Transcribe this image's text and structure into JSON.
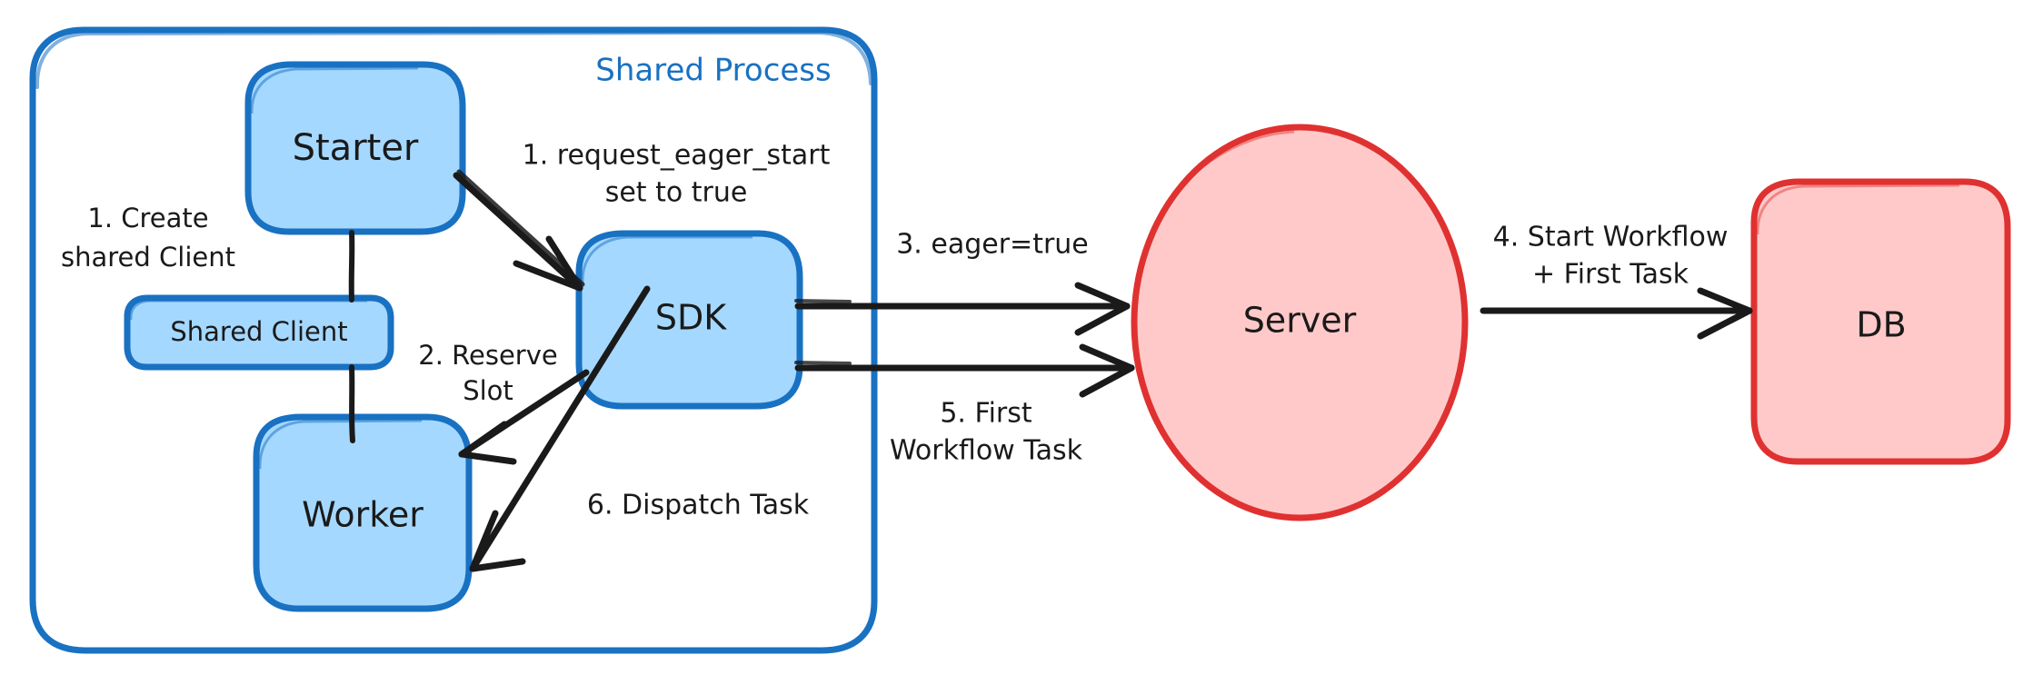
{
  "diagram": {
    "title": "Shared Process eager workflow start flow",
    "colors": {
      "blue_fill": "#a5d8ff",
      "blue_stroke": "#1971c2",
      "red_fill": "#ffc9c9",
      "red_stroke": "#e03131",
      "line": "#1a1a1a",
      "background": "#ffffff"
    },
    "group": {
      "label": "Shared Process"
    },
    "nodes": {
      "starter": "Starter",
      "shared_client": "Shared Client",
      "worker": "Worker",
      "sdk": "SDK",
      "server": "Server",
      "db": "DB"
    },
    "edge_labels": {
      "create_shared_client_line1": "1. Create",
      "create_shared_client_line2": "shared Client",
      "request_eager_start_line1": "1. request_eager_start",
      "request_eager_start_line2": "set to true",
      "reserve_slot_line1": "2. Reserve",
      "reserve_slot_line2": "Slot",
      "eager_true": "3. eager=true",
      "start_workflow_line1": "4. Start Workflow",
      "start_workflow_line2": "+ First Task",
      "first_workflow_task_line1": "5. First",
      "first_workflow_task_line2": "Workflow Task",
      "dispatch_task": "6. Dispatch Task"
    }
  }
}
